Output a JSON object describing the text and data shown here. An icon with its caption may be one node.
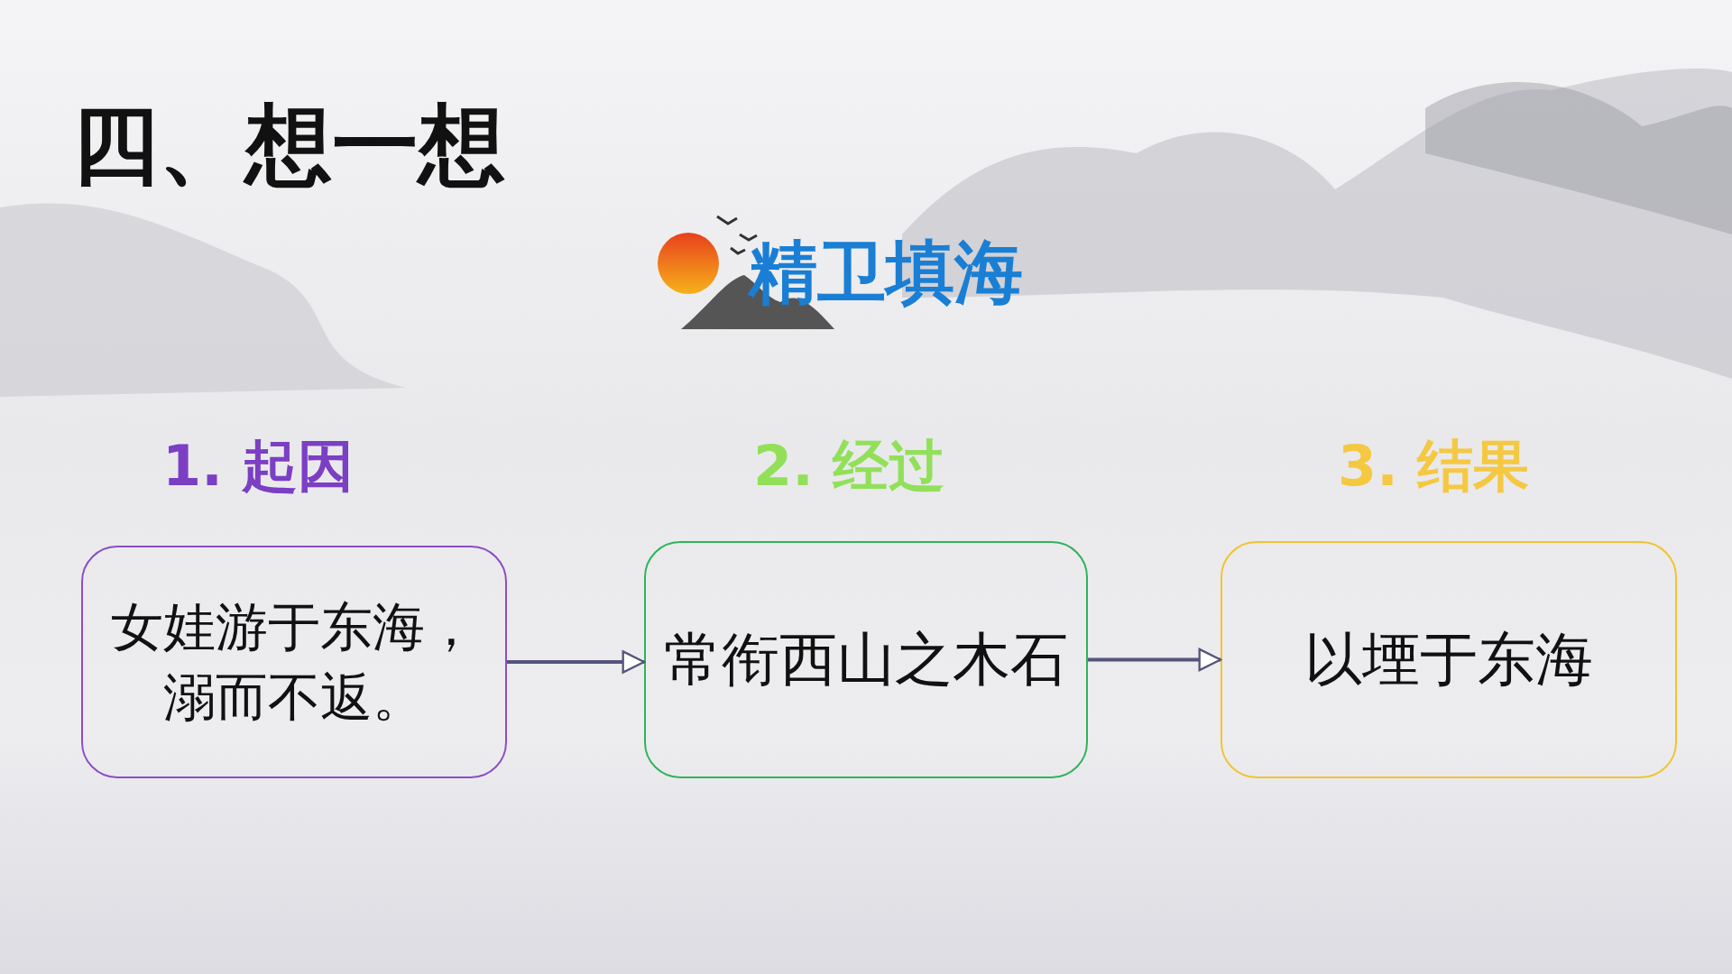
{
  "diagram": {
    "title": "四、想一想",
    "nodes": [
      {
        "text": [
          "1. 起因",
          "女娃游于东海，溺而不返。"
        ]
      },
      {
        "text": [
          "2. 经过",
          "常衔西山之木石"
        ]
      },
      {
        "text": [
          "3. 结果",
          "以堙于东海"
        ]
      }
    ],
    "edges": [
      {
        "from": 0,
        "to": 1,
        "arrow": "to"
      },
      {
        "from": 1,
        "to": 2,
        "arrow": "to"
      }
    ],
    "labels": [
      "精卫填海"
    ]
  }
}
